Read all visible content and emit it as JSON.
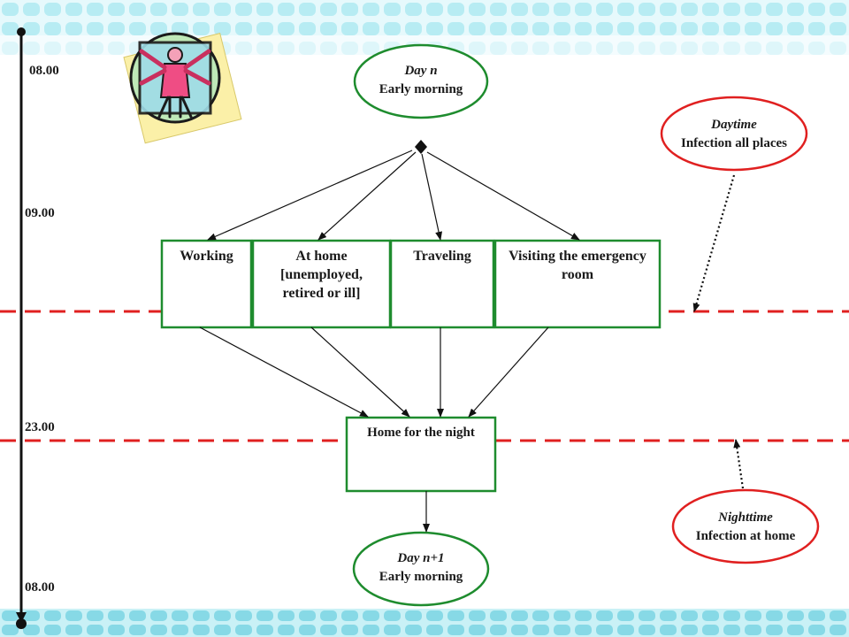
{
  "timeline": {
    "ticks": [
      "08.00",
      "09.00",
      "23.00",
      "08.00"
    ]
  },
  "nodes": {
    "day_start": {
      "line1": "Day n",
      "line2": "Early morning"
    },
    "daytime": {
      "line1": "Daytime",
      "line2": "Infection all places"
    },
    "nighttime": {
      "line1": "Nighttime",
      "line2": "Infection at home"
    },
    "day_end": {
      "line1": "Day n+1",
      "line2": "Early morning"
    },
    "working": "Working",
    "at_home": "At home [unemployed, retired or ill]",
    "traveling": "Traveling",
    "visiting_er": "Visiting the emergency room",
    "home_night": "Home for the night"
  },
  "colors": {
    "green": "#1e8c2e",
    "red": "#e02020",
    "band": "#9ee3ee"
  },
  "icons": {
    "clipart": "vitruvian-figure-icon"
  }
}
